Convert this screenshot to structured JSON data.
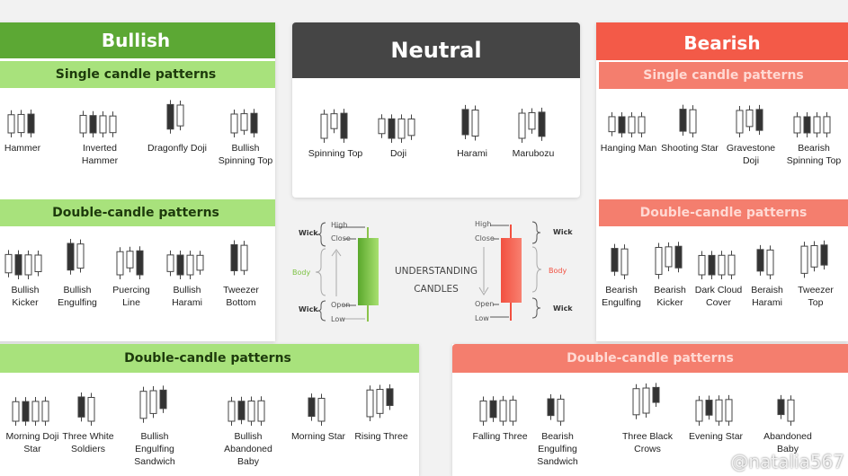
{
  "colors": {
    "bullish_header": "#5ca834",
    "bullish_sub": "#a8e27c",
    "neutral_header": "#454545",
    "bearish_header": "#f35a48",
    "bearish_sub": "#f47e6e"
  },
  "bullish": {
    "title": "Bullish",
    "single_title": "Single candle patterns",
    "single": [
      "Hammer",
      "Inverted Hammer",
      "Dragonfly Doji",
      "Bullish Spinning Top"
    ],
    "double_title": "Double-candle patterns",
    "double": [
      "Bullish Kicker",
      "Bullish Engulfing",
      "Puercing Line",
      "Bullish Harami",
      "Tweezer Bottom"
    ]
  },
  "neutral": {
    "title": "Neutral",
    "patterns": [
      "Spinning Top",
      "Doji",
      "Harami",
      "Marubozu"
    ]
  },
  "bearish": {
    "title": "Bearish",
    "single_title": "Single candle patterns",
    "single": [
      "Hanging Man",
      "Shooting Star",
      "Gravestone Doji",
      "Bearish Spinning Top"
    ],
    "double_title": "Double-candle patterns",
    "double": [
      "Bearish Engulfing",
      "Bearish Kicker",
      "Dark Cloud Cover",
      "Beraish Harami",
      "Tweezer Top"
    ]
  },
  "understanding": {
    "title": "UNDERSTANDING CANDLES",
    "wick": "Wick",
    "body": "Body",
    "high": "High",
    "close": "Close",
    "open": "Open",
    "low": "Low"
  },
  "bottom_bullish": {
    "title": "Double-candle patterns",
    "patterns": [
      "Morning Doji Star",
      "Three White Soldiers",
      "Bullish Engulfing Sandwich",
      "Bullish Abandoned Baby",
      "Morning Star",
      "Rising Three"
    ]
  },
  "bottom_bearish": {
    "title": "Double-candle patterns",
    "patterns": [
      "Falling Three",
      "Bearish Engulfing Sandwich",
      "Three Black Crows",
      "Evening Star",
      "Abandoned Baby"
    ]
  },
  "watermark": "@natalia567"
}
